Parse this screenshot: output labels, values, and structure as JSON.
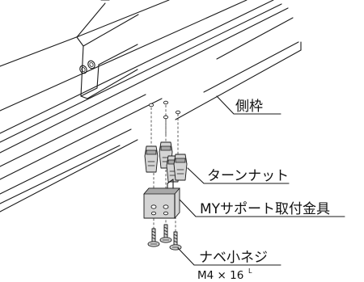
{
  "labels": {
    "side_frame": "側枠",
    "turn_nut": "ターンナット",
    "bracket": "MYサポート取付金具",
    "screw": "ナベ小ネジ",
    "screw_spec": "M4 × 16",
    "screw_spec_sup": "L"
  }
}
